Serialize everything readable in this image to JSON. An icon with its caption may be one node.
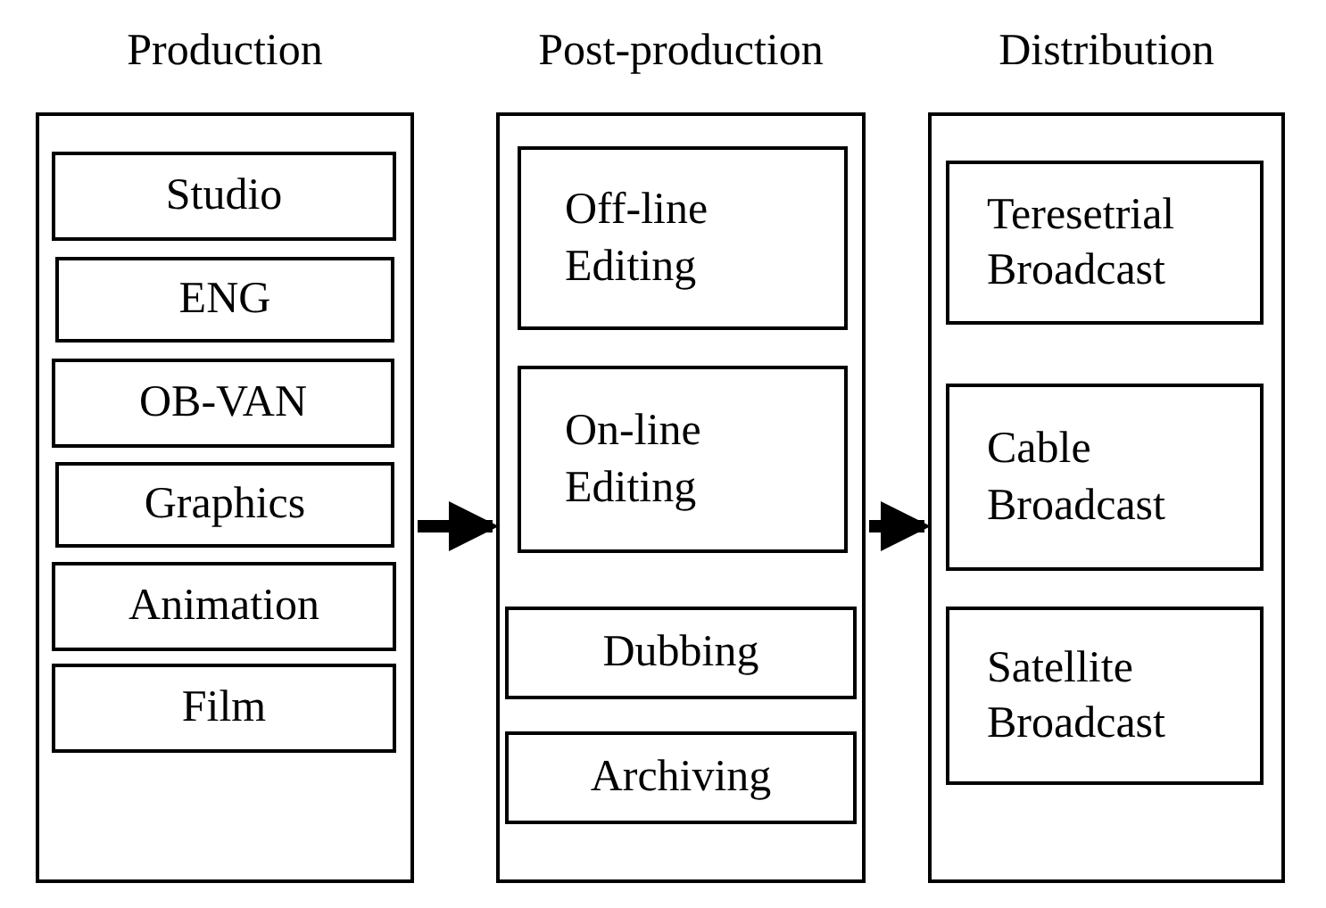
{
  "diagram": {
    "nodes": [
      {
        "text": [
          "Production"
        ]
      },
      {
        "text": [
          "Studio"
        ],
        "in": 0
      },
      {
        "text": [
          "ENG"
        ],
        "in": 0
      },
      {
        "text": [
          "OB-VAN"
        ],
        "in": 0
      },
      {
        "text": [
          "Graphics"
        ],
        "in": 0
      },
      {
        "text": [
          "Animation"
        ],
        "in": 0
      },
      {
        "text": [
          "Film"
        ],
        "in": 0
      },
      {
        "text": [
          "Post-production"
        ]
      },
      {
        "text": [
          "Off-line Editing"
        ],
        "in": 7
      },
      {
        "text": [
          "On-line Editing"
        ],
        "in": 7
      },
      {
        "text": [
          "Dubbing"
        ],
        "in": 7
      },
      {
        "text": [
          "Archiving"
        ],
        "in": 7
      },
      {
        "text": [
          "Distribution"
        ]
      },
      {
        "text": [
          "Teresetrial Broadcast"
        ],
        "in": 12
      },
      {
        "text": [
          "Cable Broadcast"
        ],
        "in": 12
      },
      {
        "text": [
          "Satellite Broadcast"
        ],
        "in": 12
      }
    ],
    "edges": [
      {
        "from": 0,
        "to": 7,
        "arrow": "to"
      },
      {
        "from": 7,
        "to": 12,
        "arrow": "to"
      }
    ]
  }
}
